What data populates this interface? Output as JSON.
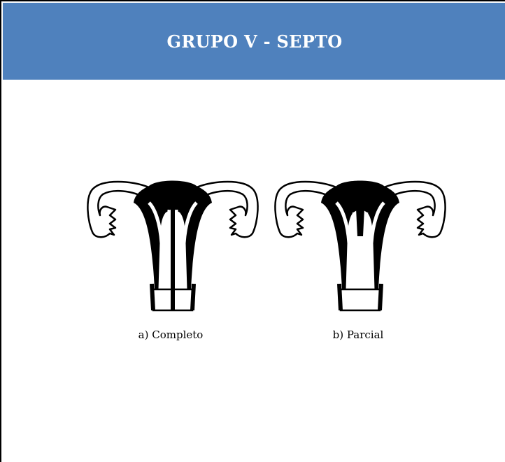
{
  "header": {
    "title": "GRUPO V - SEPTO",
    "color": "#4f81bd"
  },
  "figures": [
    {
      "caption": "a) Completo",
      "septum": "complete",
      "icon": "uterus-complete-septum-icon"
    },
    {
      "caption": "b) Parcial",
      "septum": "partial",
      "icon": "uterus-partial-septum-icon"
    }
  ]
}
